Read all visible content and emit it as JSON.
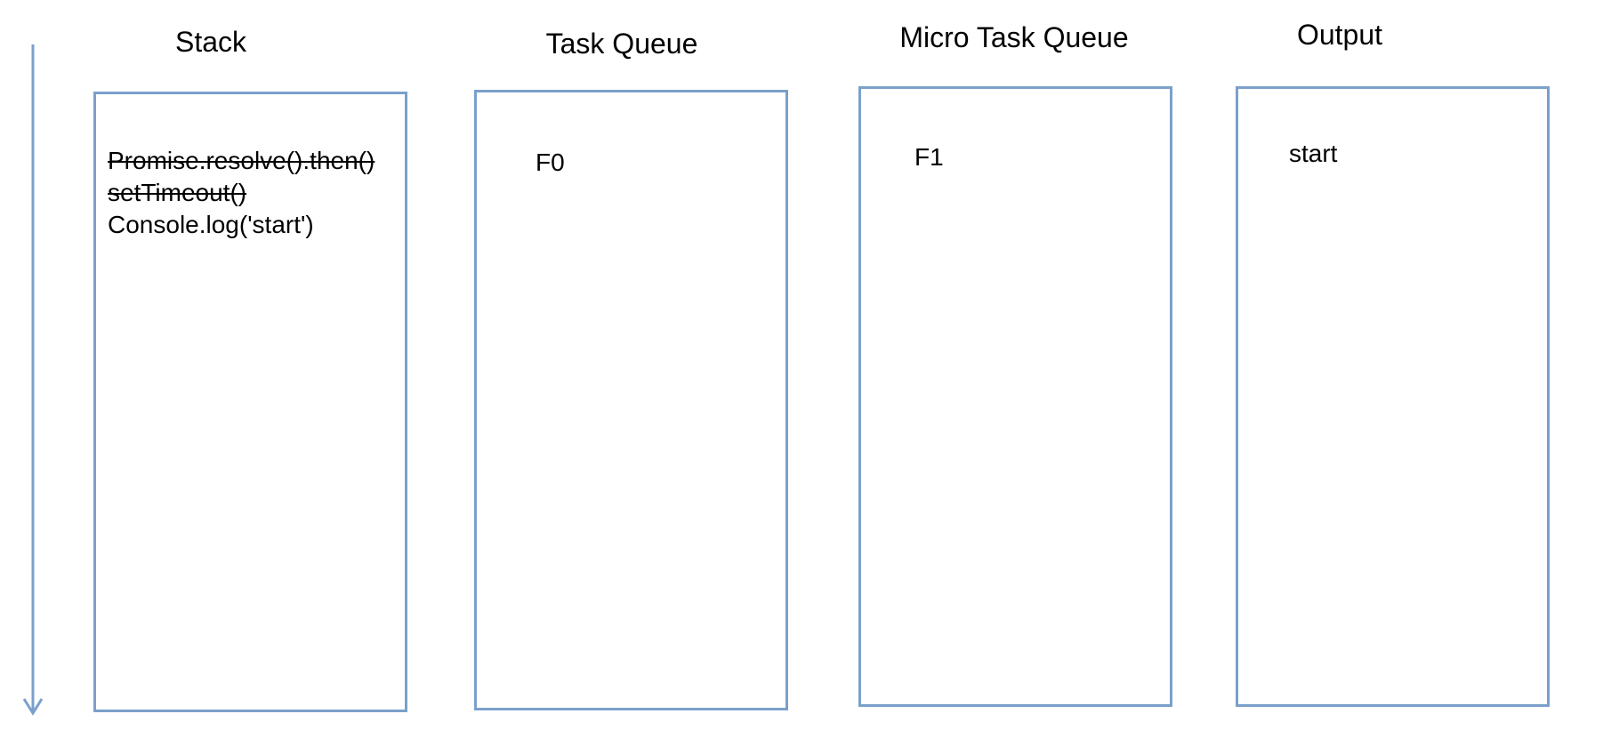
{
  "diagram": {
    "columns": [
      {
        "title": "Stack",
        "items": [
          {
            "text": "Promise.resolve().then()",
            "struck": true
          },
          {
            "text": "setTimeout()",
            "struck": true
          },
          {
            "text": "Console.log('start')",
            "struck": false
          }
        ]
      },
      {
        "title": "Task Queue",
        "items": [
          {
            "text": "F0",
            "struck": false
          }
        ]
      },
      {
        "title": "Micro Task Queue",
        "items": [
          {
            "text": "F1",
            "struck": false
          }
        ]
      },
      {
        "title": "Output",
        "items": [
          {
            "text": "start",
            "struck": false
          }
        ]
      }
    ],
    "colors": {
      "panel_border": "#7ba0cb",
      "arrow": "#7ba0cb",
      "text": "#000000",
      "background": "#ffffff"
    },
    "icons": {
      "time_arrow": "down-arrow-icon"
    }
  }
}
